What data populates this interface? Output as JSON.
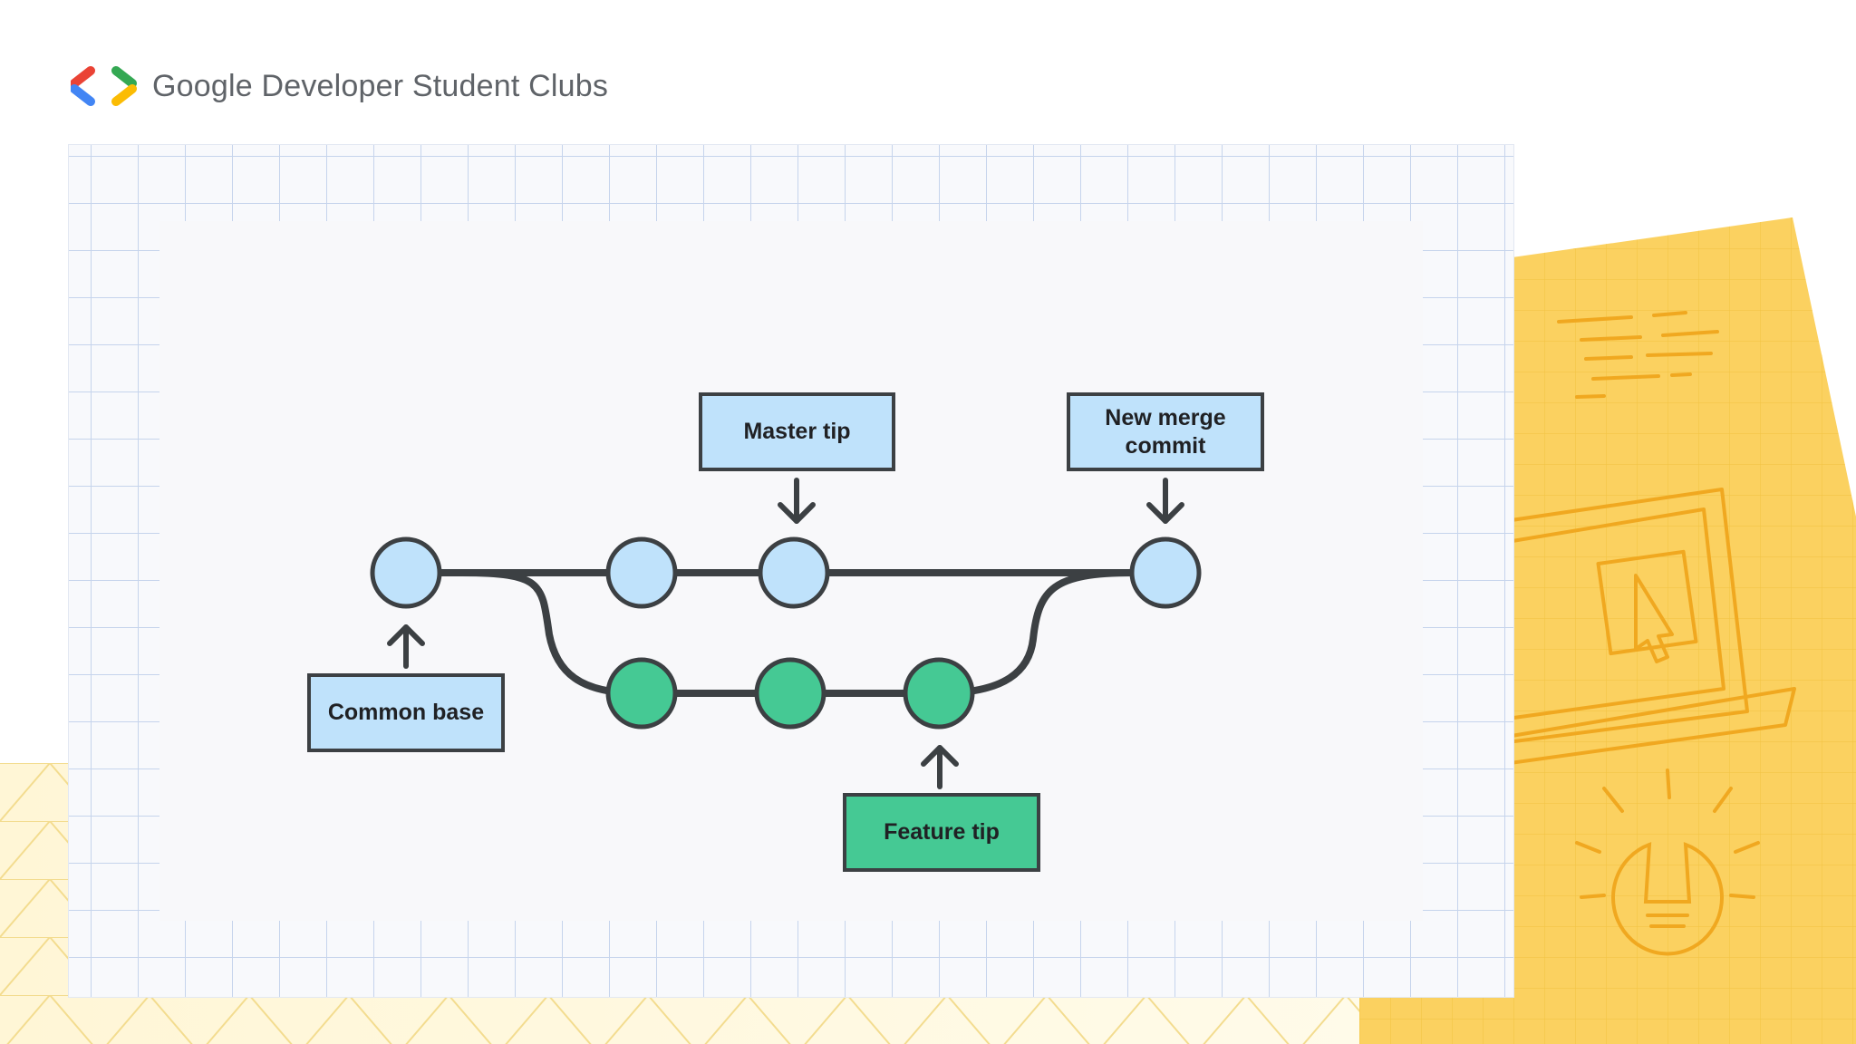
{
  "header": {
    "brand_name": "Google Developer Student Clubs",
    "logo_icon": "gdsc-logo-icon"
  },
  "diagram": {
    "labels": {
      "master_tip": "Master tip",
      "new_merge_commit": "New merge commit",
      "common_base": "Common base",
      "feature_tip": "Feature tip"
    },
    "colors": {
      "master_commit": "#bfe2fb",
      "feature_commit": "#45c994",
      "stroke": "#3c4043",
      "decor_yellow": "#fbd160",
      "logo_red": "#ea4335",
      "logo_blue": "#4285f4",
      "logo_green": "#34a853",
      "logo_yellow": "#fbbc04"
    },
    "icons": [
      "laptop-sketch-icon",
      "cursor-sketch-icon",
      "lightbulb-sketch-icon"
    ]
  }
}
